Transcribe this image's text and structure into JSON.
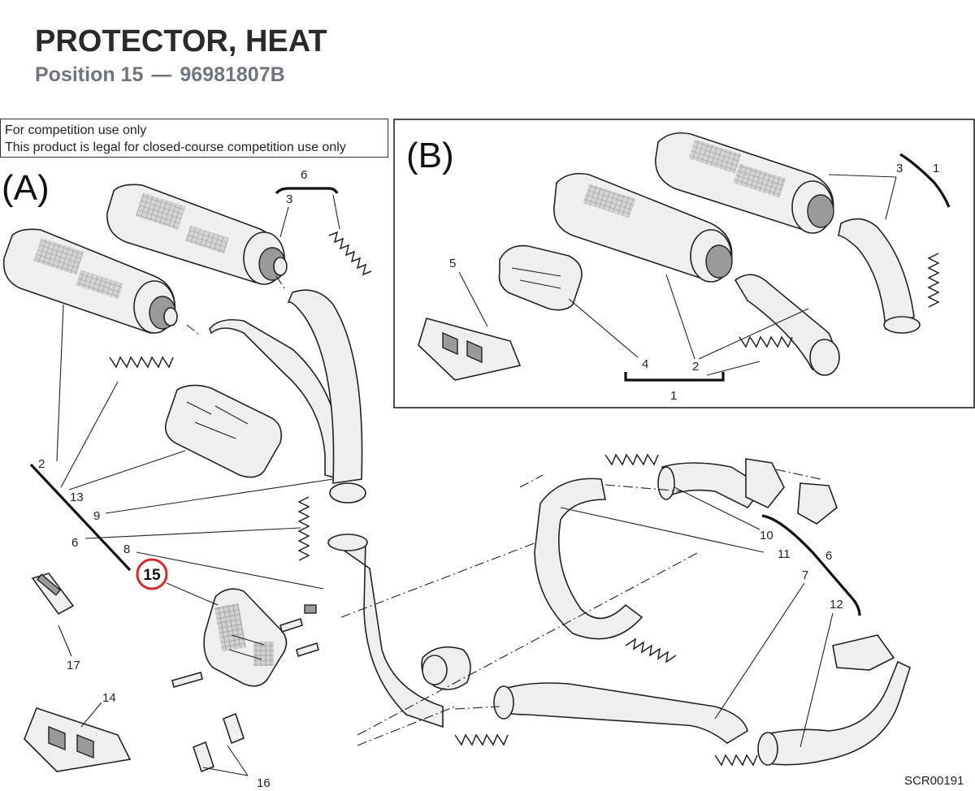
{
  "header": {
    "title": "PROTECTOR, HEAT",
    "position_label": "Position 15",
    "separator": "—",
    "part_number": "96981807B"
  },
  "notice": {
    "line1": "For competition use only",
    "line2": "This product is legal for closed-course competition use only"
  },
  "sections": {
    "a": "(A)",
    "b": "(B)"
  },
  "highlight": {
    "number": "15",
    "color": "#d42a2a"
  },
  "callouts": {
    "a_6_top": "6",
    "a_3": "3",
    "a_2": "2",
    "a_13": "13",
    "a_9": "9",
    "a_6_left": "6",
    "a_8": "8",
    "a_17": "17",
    "a_14": "14",
    "a_16": "16",
    "b_3": "3",
    "b_1_top": "1",
    "b_5": "5",
    "b_4": "4",
    "b_2": "2",
    "b_1_bottom": "1",
    "c_10": "10",
    "c_11": "11",
    "c_6": "6",
    "c_7": "7",
    "c_12": "12"
  },
  "drawing_code": "SCR00191"
}
